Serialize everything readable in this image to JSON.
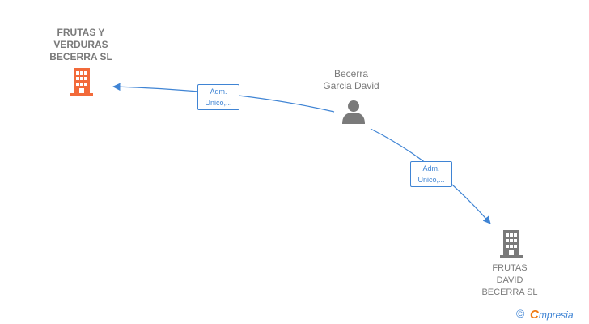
{
  "nodes": {
    "company_main": {
      "lines": [
        "FRUTAS Y",
        "VERDURAS",
        "BECERRA  SL"
      ],
      "icon": "building-icon",
      "color": "#f26a3a"
    },
    "person": {
      "lines": [
        "Becerra",
        "Garcia David"
      ],
      "icon": "person-icon",
      "color": "#7a7a7a"
    },
    "company_other": {
      "lines": [
        "FRUTAS",
        "DAVID",
        "BECERRA  SL"
      ],
      "icon": "building-icon",
      "color": "#7a7a7a"
    }
  },
  "edges": [
    {
      "from": "person",
      "to": "company_main",
      "lines": [
        "Adm.",
        "Unico,..."
      ]
    },
    {
      "from": "person",
      "to": "company_other",
      "lines": [
        "Adm.",
        "Unico,..."
      ]
    }
  ],
  "watermark": {
    "copyright": "©",
    "brand_first": "C",
    "brand_rest": "mpresia"
  },
  "colors": {
    "edge": "#3f84d4",
    "main_company": "#f26a3a",
    "node": "#7a7a7a"
  }
}
